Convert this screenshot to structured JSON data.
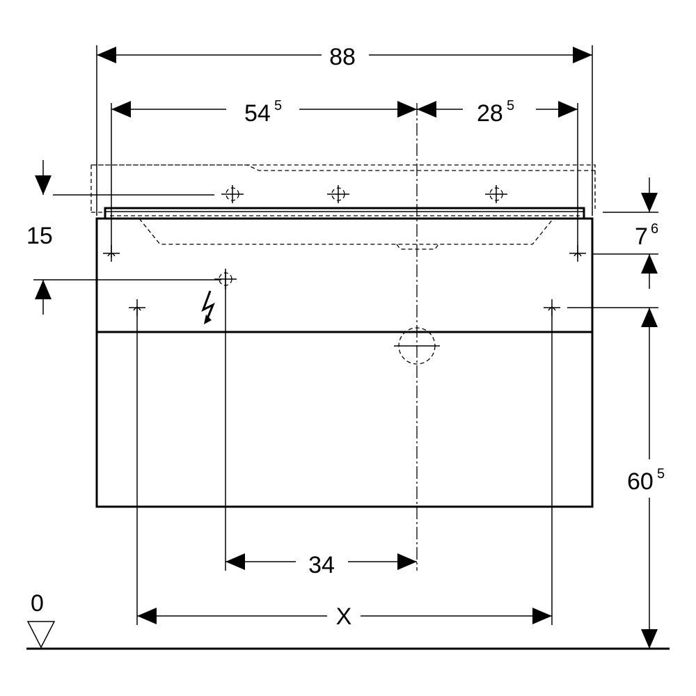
{
  "dimensions": {
    "total_width": {
      "main": "88",
      "sup": ""
    },
    "left_span": {
      "main": "54",
      "sup": "5"
    },
    "right_span": {
      "main": "28",
      "sup": "5"
    },
    "left_height": {
      "main": "15",
      "sup": ""
    },
    "right_offset": {
      "main": "7",
      "sup": "6"
    },
    "mount_height": {
      "main": "60",
      "sup": "5"
    },
    "drain_offset": {
      "main": "34",
      "sup": ""
    },
    "hole_spacing": {
      "main": "X",
      "sup": ""
    },
    "floor_level": {
      "main": "0",
      "sup": ""
    }
  },
  "icons": {
    "electric": "lightning-bolt-icon",
    "level": "floor-level-triangle-icon"
  }
}
